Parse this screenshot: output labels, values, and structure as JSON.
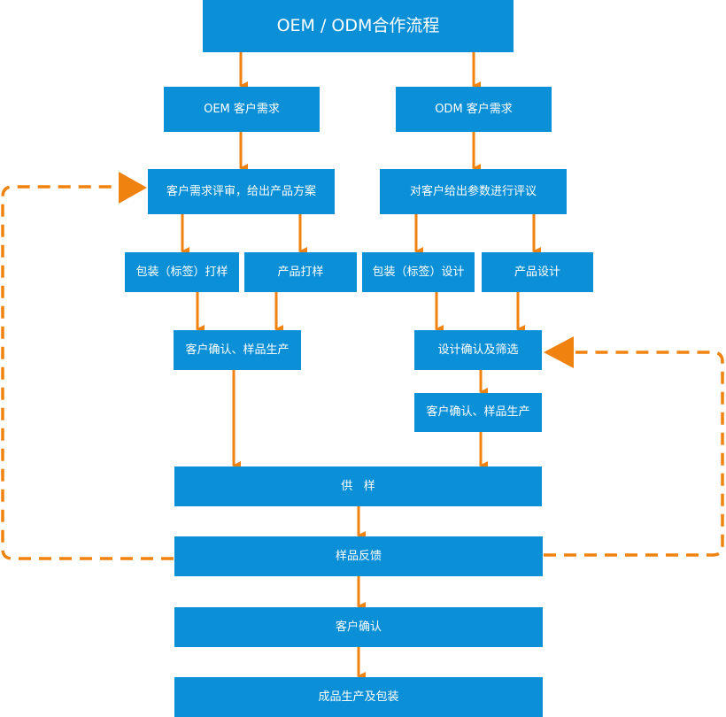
{
  "title": "OEM / ODM合作流程",
  "nodes": {
    "oem_need": "OEM 客户需求",
    "odm_need": "ODM 客户需求",
    "review_plan": "客户需求评审，给出产品方案",
    "param_review": "对客户给出参数进行评议",
    "pack_sample": "包装（标签）打样",
    "product_sample": "产品打样",
    "pack_design": "包装（标签）设计",
    "product_design": "产品设计",
    "confirm_left": "客户确认、样品生产",
    "design_confirm": "设计确认及筛选",
    "confirm_right": "客户确认、样品生产",
    "supply": "供   样",
    "feedback": "样品反馈",
    "customer_confirm": "客户确认",
    "final_production": "成品生产及包装"
  },
  "colors": {
    "box": "#0b8fd6",
    "box_text": "#ffffff",
    "arrow": "#f0820f",
    "background": "#ffffff"
  }
}
